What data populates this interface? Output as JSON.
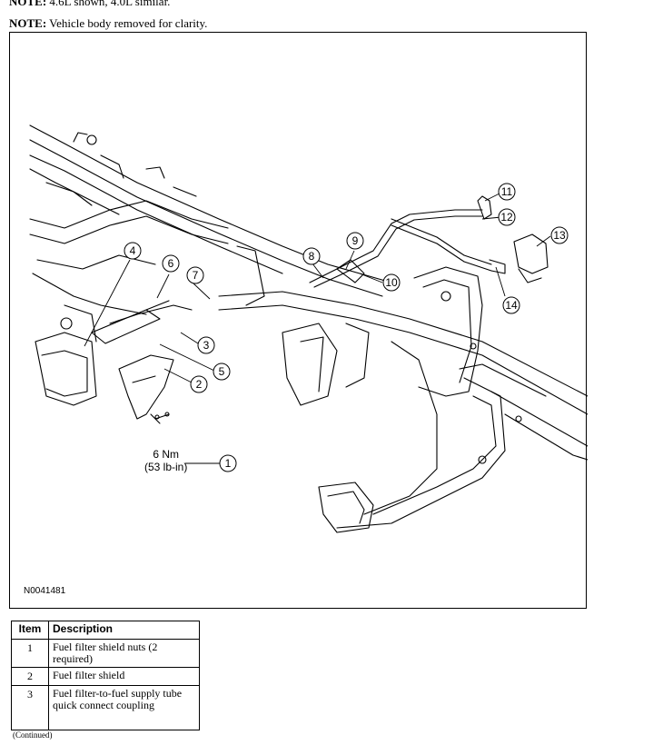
{
  "notes": [
    {
      "label": "NOTE:",
      "text": " 4.6L shown, 4.0L similar."
    },
    {
      "label": "NOTE:",
      "text": " Vehicle body removed for clarity."
    }
  ],
  "figure": {
    "id": "N0041481",
    "torque_line1": "6 Nm",
    "torque_line2": "(53 lb-in)",
    "callouts": [
      "1",
      "2",
      "3",
      "4",
      "5",
      "6",
      "7",
      "8",
      "9",
      "10",
      "11",
      "12",
      "13",
      "14"
    ]
  },
  "table": {
    "headers": {
      "item": "Item",
      "description": "Description"
    },
    "rows": [
      {
        "item": "1",
        "description": "Fuel filter shield nuts (2 required)"
      },
      {
        "item": "2",
        "description": "Fuel filter shield"
      },
      {
        "item": "3",
        "description": "Fuel filter-to-fuel supply tube quick connect coupling"
      }
    ]
  },
  "continued": "(Continued)"
}
